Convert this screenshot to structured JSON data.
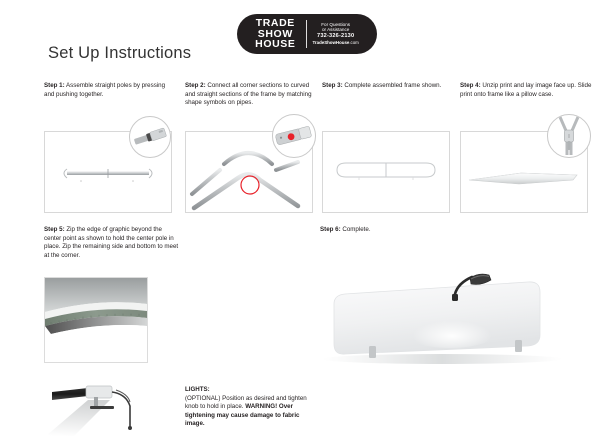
{
  "document": {
    "title": "Set Up Instructions"
  },
  "logo": {
    "line1": "TRADE",
    "line2": "SHOW",
    "line3": "HOUSE",
    "contact_line1": "For Questions",
    "contact_line2": "or Assistance",
    "phone": "732-326-2130",
    "website_bold": "TradeShowHouse",
    "website_suffix": ".com"
  },
  "steps": [
    {
      "label": "Step 1:",
      "text": " Assemble straight poles by pressing and pushing together.",
      "illustration": "straight-pole-assembly"
    },
    {
      "label": "Step 2:",
      "text": " Connect all corner sections to curved and straight sections of the frame by matching shape symbols on pipes.",
      "illustration": "corner-curved-pole-connection"
    },
    {
      "label": "Step 3:",
      "text": " Complete assembled frame shown.",
      "illustration": "assembled-frame"
    },
    {
      "label": "Step 4:",
      "text": " Unzip print and lay image face up. Slide print onto frame like a pillow case.",
      "illustration": "unzipped-print-zipper"
    },
    {
      "label": "Step 5:",
      "text": " Zip the edge of graphic beyond the center point as shown to hold the center pole in place. Zip the remaining side and bottom to meet at the corner.",
      "illustration": "zipper-edge-photo"
    },
    {
      "label": "Step 6:",
      "text": " Complete.",
      "illustration": "completed-display-with-light"
    }
  ],
  "lights": {
    "heading": "LIGHTS:",
    "body": "(OPTIONAL) Position as desired and tighten knob to hold in place.",
    "warning": "WARNING! Over tightening may cause damage to fabric image.",
    "illustration": "light-clamp-photo"
  },
  "colors": {
    "logo_background": "#231f20",
    "text": "#231f20",
    "panel_border": "#d8d8d8",
    "highlight_circle": "#e8222a",
    "pole_grey": "#b9bcbe"
  }
}
